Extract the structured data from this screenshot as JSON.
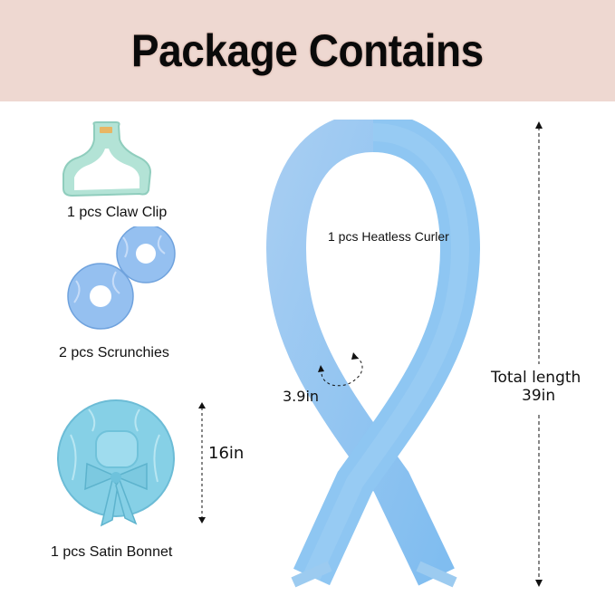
{
  "header": {
    "title": "Package Contains",
    "background": "#eed8d1"
  },
  "items": [
    {
      "id": "claw-clip",
      "label": "1 pcs Claw Clip",
      "color": "#a9dccd"
    },
    {
      "id": "scrunchies",
      "label": "2 pcs Scrunchies",
      "color": "#8fbcee"
    },
    {
      "id": "satin-bonnet",
      "label": "1 pcs Satin Bonnet",
      "color": "#7ecbe0"
    },
    {
      "id": "heatless-curler",
      "label": "1 pcs Heatless Curler",
      "color": "#8ec3ef"
    }
  ],
  "dimensions": {
    "bonnet_size": "16in",
    "curler_diameter": "3.9in",
    "total_length_label": "Total length",
    "total_length_value": "39in"
  }
}
